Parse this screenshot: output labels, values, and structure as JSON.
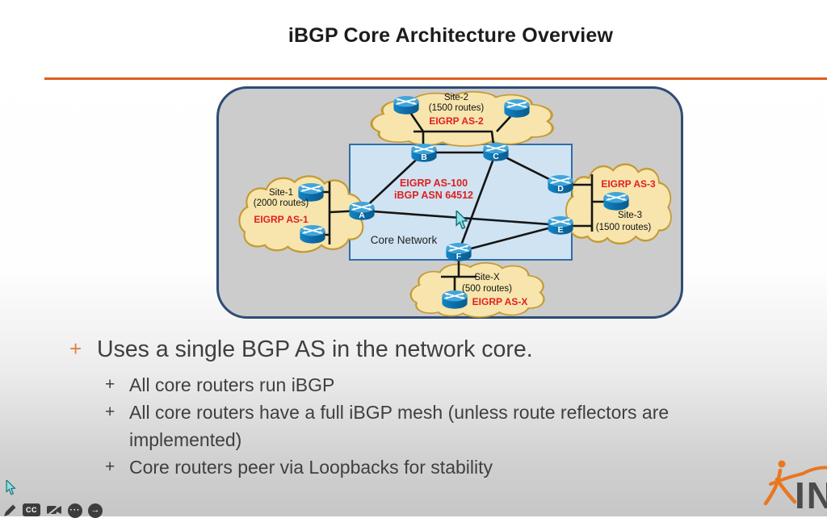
{
  "slide": {
    "title": "iBGP Core Architecture Overview"
  },
  "diagram": {
    "core": {
      "name": "Core Network",
      "as_line1": "EIGRP AS-100",
      "as_line2": "iBGP ASN 64512"
    },
    "routers": {
      "a": "A",
      "b": "B",
      "c": "C",
      "d": "D",
      "e": "E",
      "f": "F"
    },
    "site1": {
      "name": "Site-1",
      "routes": "(2000 routes)",
      "asn": "EIGRP AS-1"
    },
    "site2": {
      "name": "Site-2",
      "routes": "(1500 routes)",
      "asn": "EIGRP AS-2"
    },
    "site3": {
      "name": "Site-3",
      "routes": "(1500 routes)",
      "asn": "EIGRP AS-3"
    },
    "sitex": {
      "name": "Site-X",
      "routes": "(500 routes)",
      "asn": "EIGRP AS-X"
    }
  },
  "bullets": {
    "level1": {
      "marker": "+",
      "text": "Uses a single BGP AS in the network core."
    },
    "level2": [
      {
        "marker": "+",
        "text": "All core routers run iBGP"
      },
      {
        "marker": "+",
        "text": "All core routers have a full iBGP mesh (unless route reflectors are implemented)"
      },
      {
        "marker": "+",
        "text": "Core routers peer via Loopbacks for stability"
      }
    ]
  },
  "logo": {
    "letters": "IN"
  },
  "player": {
    "cc_label": "CC",
    "more_label": "···",
    "next_label": "→"
  },
  "colors": {
    "accent_orange": "#DD5F1E",
    "diagram_red": "#E01F1F",
    "cloud_fill": "#F7E5AD",
    "cloud_stroke": "#C59A33",
    "core_fill": "#CFE3F2",
    "core_border": "#2F6DA8",
    "container_fill": "#CCCCCC",
    "container_border": "#2E4D75",
    "router_blue": "#1380BE",
    "logo_orange": "#E87722"
  }
}
